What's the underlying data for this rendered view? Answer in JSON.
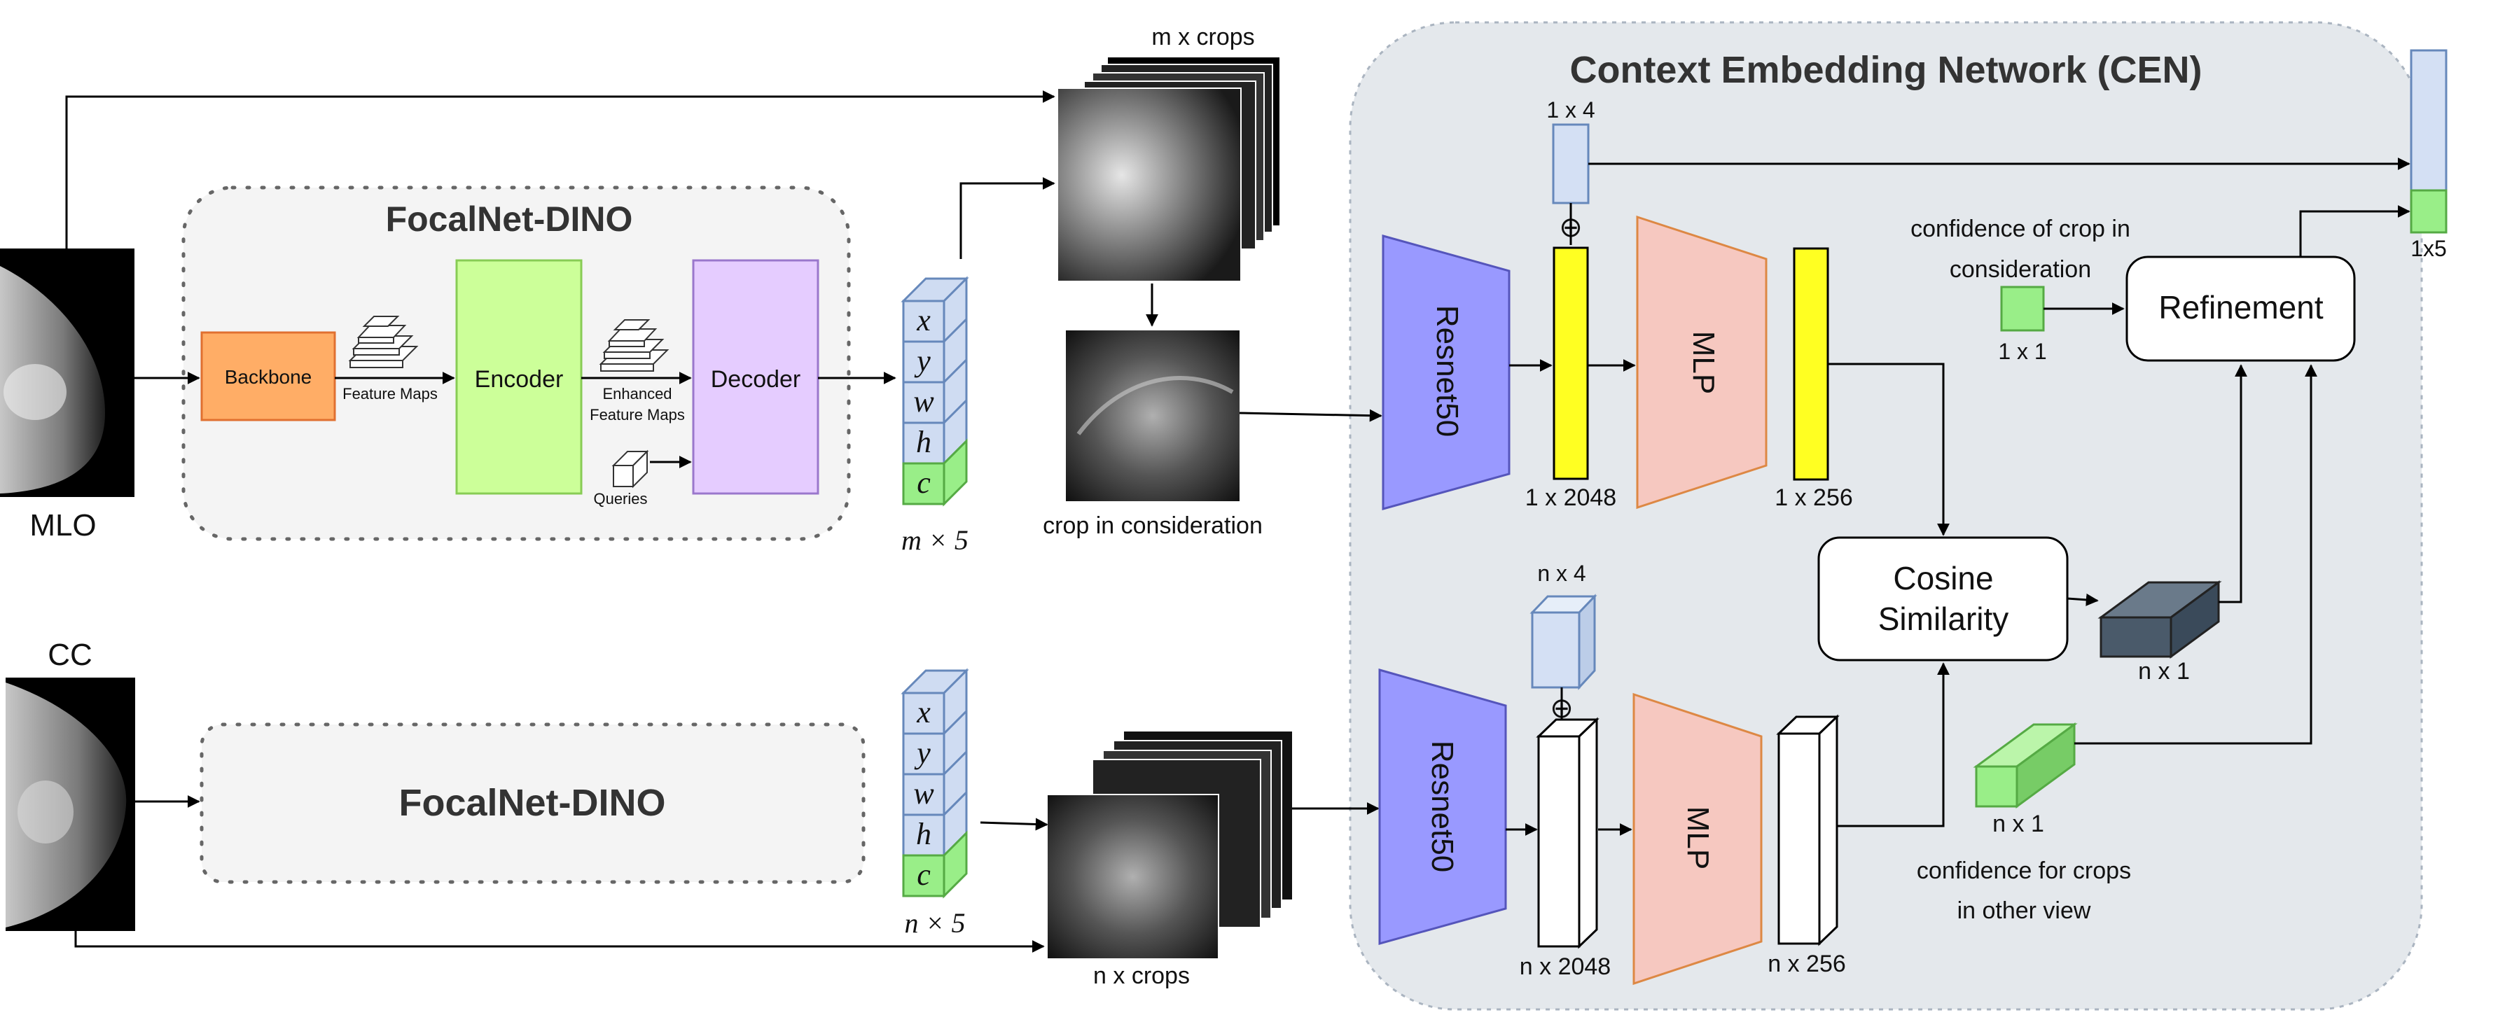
{
  "cen": {
    "title": "Context Embedding Network (CEN)"
  },
  "focalnet": {
    "title": "FocalNet-DINO",
    "title_cc": "FocalNet-DINO"
  },
  "blocks": {
    "backbone": "Backbone",
    "feature_maps": "Feature Maps",
    "encoder": "Encoder",
    "enhanced_line1": "Enhanced",
    "enhanced_line2": "Feature Maps",
    "queries": "Queries",
    "decoder": "Decoder"
  },
  "views": {
    "mlo": "MLO",
    "cc": "CC"
  },
  "preds": {
    "cells": [
      "x",
      "y",
      "w",
      "h",
      "c"
    ],
    "m_label": "m × 5",
    "n_label": "n × 5"
  },
  "crops": {
    "m_crops": "m x crops",
    "crop_in_consideration": "crop in consideration",
    "n_crops": "n x crops"
  },
  "network": {
    "resnet_top": "Resnet50",
    "resnet_bottom": "Resnet50",
    "mlp_top": "MLP",
    "mlp_bottom": "MLP",
    "plus": "⊕",
    "cosine_line1": "Cosine",
    "cosine_line2": "Similarity",
    "refinement": "Refinement"
  },
  "dims": {
    "top_1x4": "1 x 4",
    "top_1x2048": "1 x 2048",
    "top_1x256": "1 x 256",
    "bot_nx4": "n x 4",
    "bot_nx2048": "n x 2048",
    "bot_nx256": "n x 256",
    "cos_nx1": "n x 1",
    "conf_nx1": "n x 1",
    "conf_1x1": "1 x 1",
    "out_1x5": "1x5"
  },
  "confidence": {
    "crop_line1": "confidence of crop in",
    "crop_line2": "consideration",
    "others_line1": "confidence for crops",
    "others_line2": "in other view"
  },
  "colors": {
    "cen_bg": "#e4e8ec",
    "focal_bg": "#f4f4f4",
    "backbone": "#ffad66",
    "encoder": "#ccff99",
    "decoder": "#e5ccff",
    "pred_blue": "#cfdcf2",
    "pred_green": "#99ee88",
    "resnet": "#9999ff",
    "mlp": "#f6c8c0",
    "feat_yellow": "#ffff22",
    "dark_box": "#5a6a7a",
    "green_box": "#99ee88",
    "light_blue": "#d4e0f4"
  }
}
